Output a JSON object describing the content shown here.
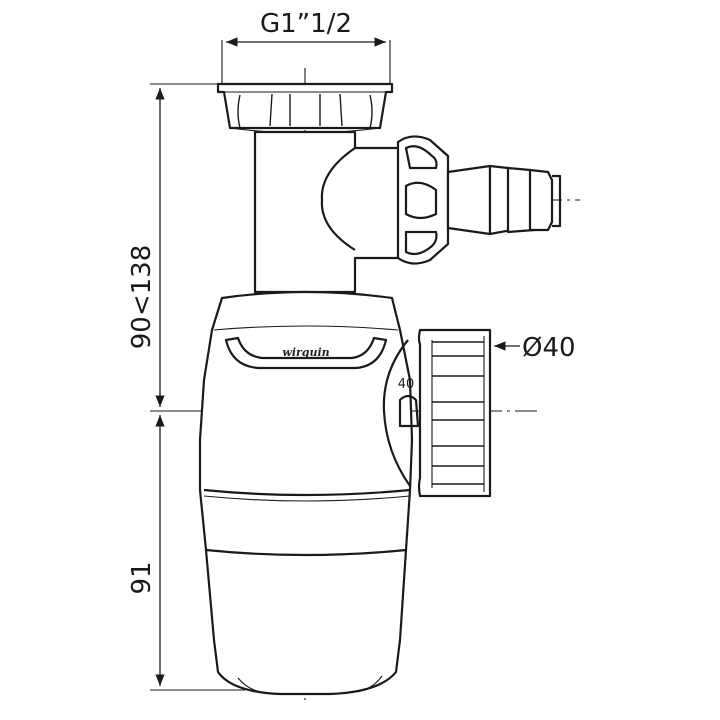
{
  "dimensions": {
    "thread": "G1”1/2",
    "height_adjustable": "90<138",
    "lower_height": "91",
    "outlet_diameter": "Ø40"
  },
  "markings": {
    "brand": "wirquin",
    "size_mark": "40"
  }
}
